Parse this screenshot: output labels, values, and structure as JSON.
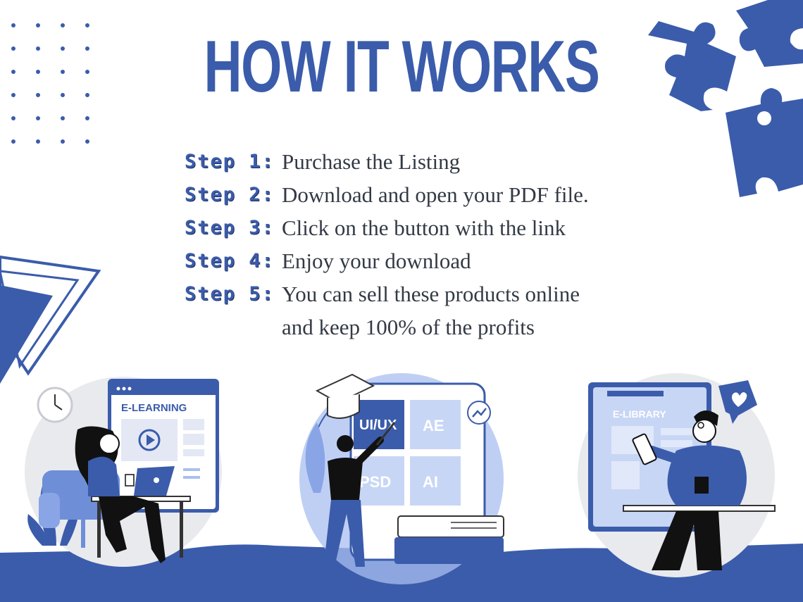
{
  "title": "HOW IT WORKS",
  "steps": [
    {
      "label": "Step 1:",
      "lines": [
        "Purchase the Listing"
      ]
    },
    {
      "label": "Step 2:",
      "lines": [
        "Download and open your PDF file."
      ]
    },
    {
      "label": "Step 3:",
      "lines": [
        "Click on the button with the link"
      ]
    },
    {
      "label": "Step 4:",
      "lines": [
        "Enjoy your download"
      ]
    },
    {
      "label": "Step 5:",
      "lines": [
        "You can sell these products online",
        "and keep 100% of the profits"
      ]
    }
  ],
  "illustrations": {
    "elearning_label": "E-LEARNING",
    "elibrary_label": "E-LIBRARY",
    "tile_uiux": "UI/UX",
    "tile_ae": "AE",
    "tile_psd": "PSD",
    "tile_ai": "AI"
  },
  "colors": {
    "brand_blue": "#3b5cab",
    "light_blue": "#a9bff0",
    "pale_gray": "#e9eaee",
    "text_dark": "#333a45"
  }
}
